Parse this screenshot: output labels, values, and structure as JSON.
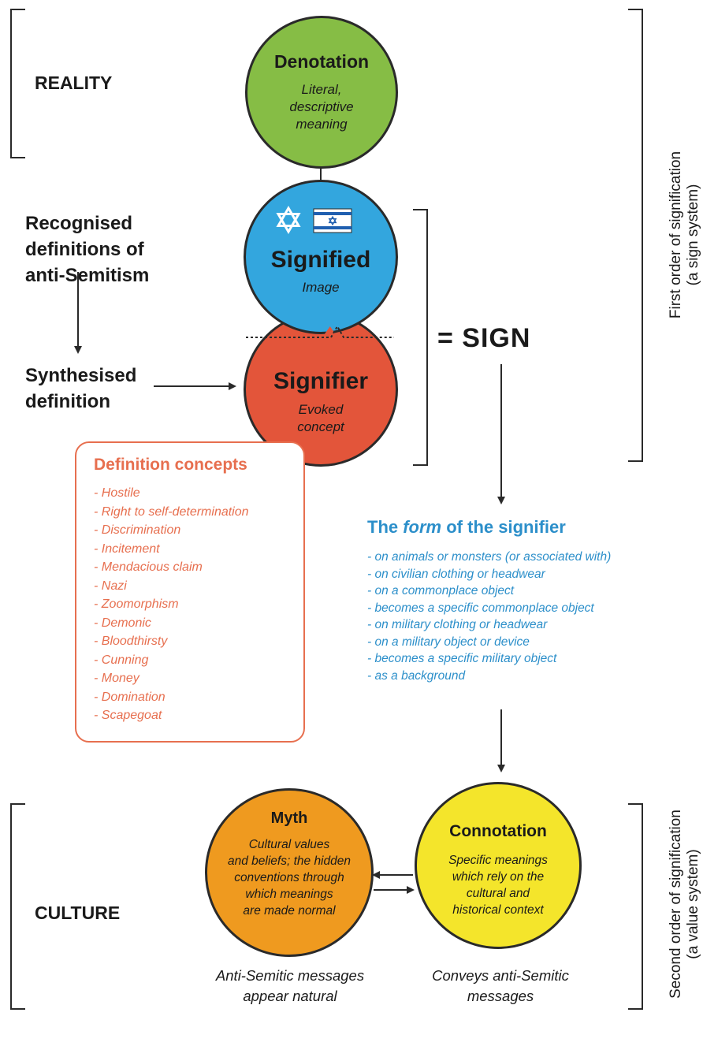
{
  "colors": {
    "denotation": "#86bd45",
    "signified": "#33a6de",
    "signifier": "#e3553a",
    "myth": "#ef9a1f",
    "connotation": "#f4e52b",
    "concepts": "#e76f4f",
    "form": "#2c8fca",
    "line": "#2a2a2a"
  },
  "left_labels": {
    "reality": "REALITY",
    "culture": "CULTURE",
    "recognised": [
      "Recognised",
      "definitions of",
      "anti-Semitism"
    ],
    "synthesised": [
      "Synthesised",
      "definition"
    ]
  },
  "denotation": {
    "title": "Denotation",
    "lines": [
      "Literal,",
      "descriptive",
      "meaning"
    ]
  },
  "signified": {
    "title": "Signified",
    "sub": "Image",
    "icons": [
      "star-of-david-icon",
      "israel-flag-icon"
    ]
  },
  "signifier": {
    "title": "Signifier",
    "lines": [
      "Evoked",
      "concept"
    ]
  },
  "sign": "= SIGN",
  "definition_concepts": {
    "title": "Definition concepts",
    "items": [
      "- Hostile",
      "- Right to self-determination",
      "- Discrimination",
      "- Incitement",
      "- Mendacious claim",
      "- Nazi",
      "- Zoomorphism",
      "- Demonic",
      "- Bloodthirsty",
      "- Cunning",
      "- Money",
      "- Domination",
      "- Scapegoat"
    ]
  },
  "form_of_signifier": {
    "title_pre": "The ",
    "title_em": "form",
    "title_post": " of the signifier",
    "items": [
      "- on animals or monsters (or associated with)",
      "- on civilian clothing or headwear",
      "- on a commonplace object",
      "- becomes a specific commonplace object",
      "- on military clothing or headwear",
      "- on a military object or device",
      "- becomes a specific military object",
      "- as a background"
    ]
  },
  "myth": {
    "title": "Myth",
    "lines": [
      "Cultural values",
      "and beliefs; the hidden",
      "conventions through",
      "which meanings",
      "are made normal"
    ]
  },
  "connotation": {
    "title": "Connotation",
    "lines": [
      "Specific meanings",
      "which rely on the",
      "cultural and",
      "historical context"
    ]
  },
  "captions": {
    "myth": [
      "Anti-Semitic messages",
      "appear natural"
    ],
    "connotation": [
      "Conveys anti-Semitic",
      "messages"
    ]
  },
  "side_labels": {
    "first": [
      "First order of signification",
      "(a sign system)"
    ],
    "second": [
      "Second order of signification",
      "(a value system)"
    ]
  }
}
